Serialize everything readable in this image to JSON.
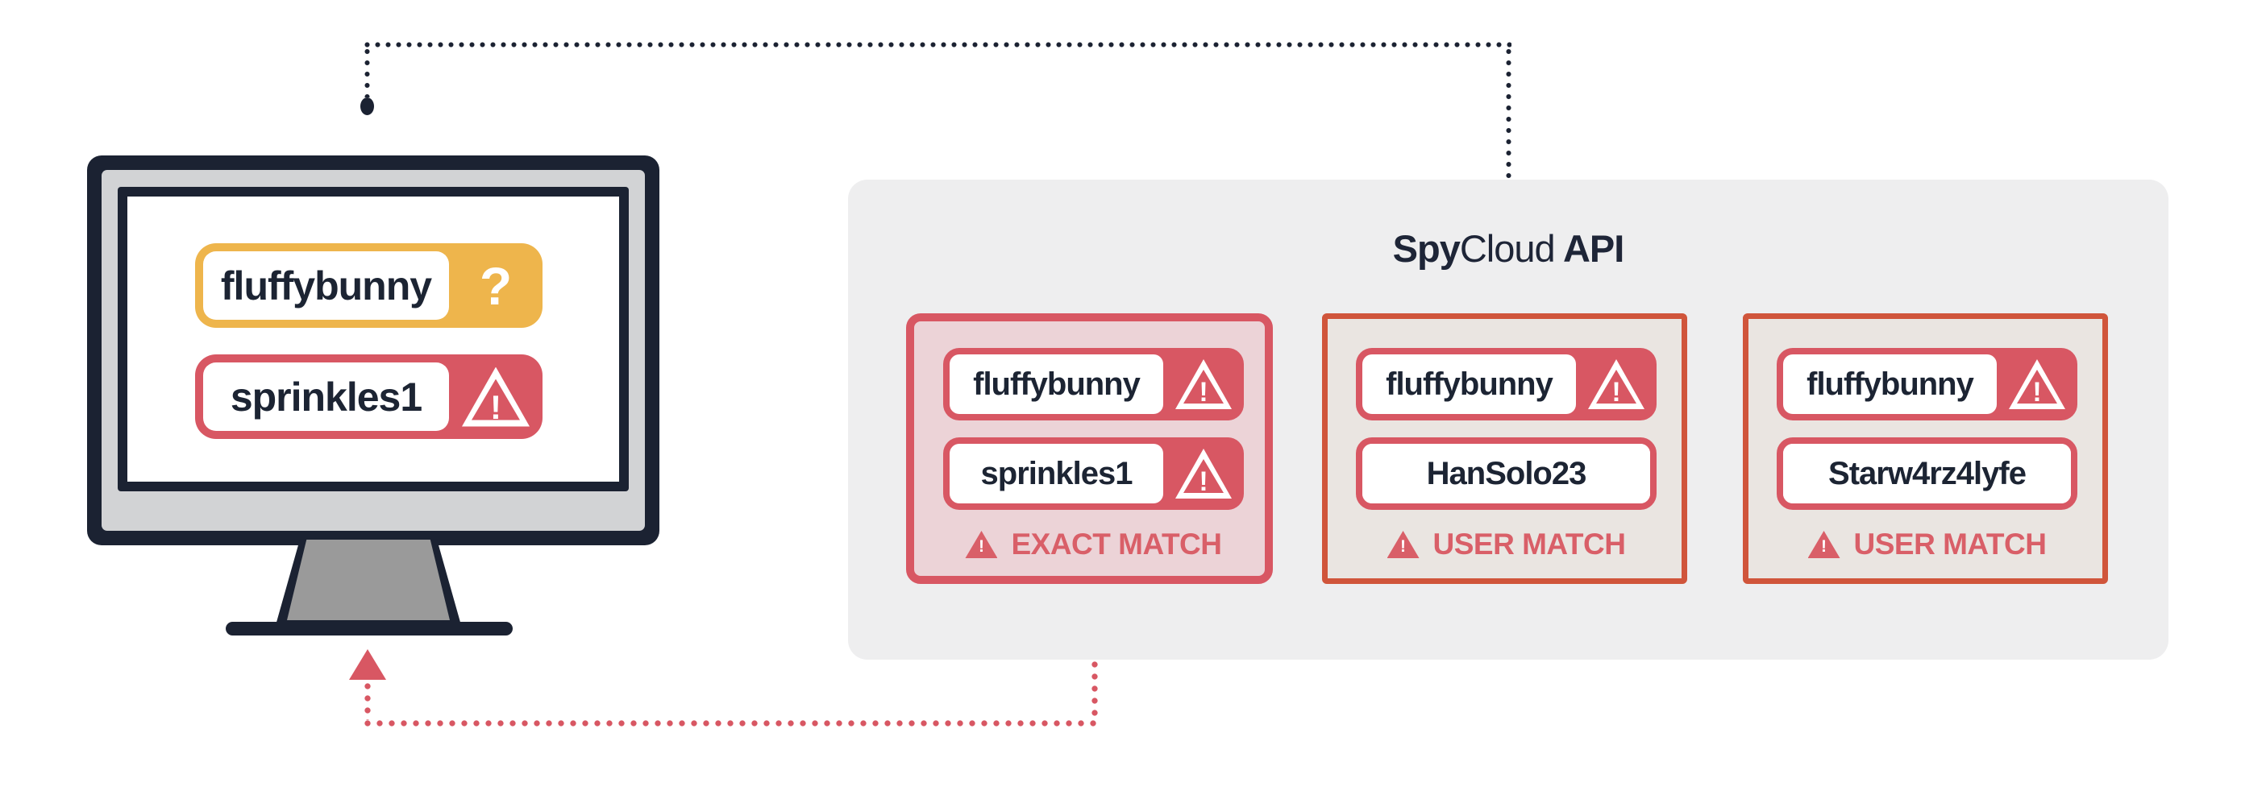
{
  "monitor": {
    "fields": [
      {
        "value": "fluffybunny",
        "status_icon": "question-unknown"
      },
      {
        "value": "sprinkles1",
        "status_icon": "warning-compromised"
      }
    ]
  },
  "api_panel": {
    "title": {
      "brand_bold": "Spy",
      "brand_light": "Cloud",
      "suffix": " API"
    },
    "cards": [
      {
        "label": "EXACT MATCH",
        "highlighted": true,
        "fields": [
          {
            "value": "fluffybunny",
            "warning": true
          },
          {
            "value": "sprinkles1",
            "warning": true
          }
        ]
      },
      {
        "label": "USER MATCH",
        "highlighted": false,
        "fields": [
          {
            "value": "fluffybunny",
            "warning": true
          },
          {
            "value": "HanSolo23",
            "warning": false
          }
        ]
      },
      {
        "label": "USER MATCH",
        "highlighted": false,
        "fields": [
          {
            "value": "fluffybunny",
            "warning": true
          },
          {
            "value": "Starw4rz4lyfe",
            "warning": false
          }
        ]
      }
    ]
  },
  "icons": {
    "question": "?",
    "exclamation": "!"
  },
  "colors": {
    "navy": "#1b2232",
    "red_pink": "#d85763",
    "orange_red": "#d0553b",
    "amber": "#eeb54c",
    "panel_bg": "#eeeeef",
    "exact_card_bg": "#ecd3d7",
    "user_card_bg": "#eae5e1",
    "label_red": "#d95f68",
    "text_navy": "#1c2433"
  }
}
